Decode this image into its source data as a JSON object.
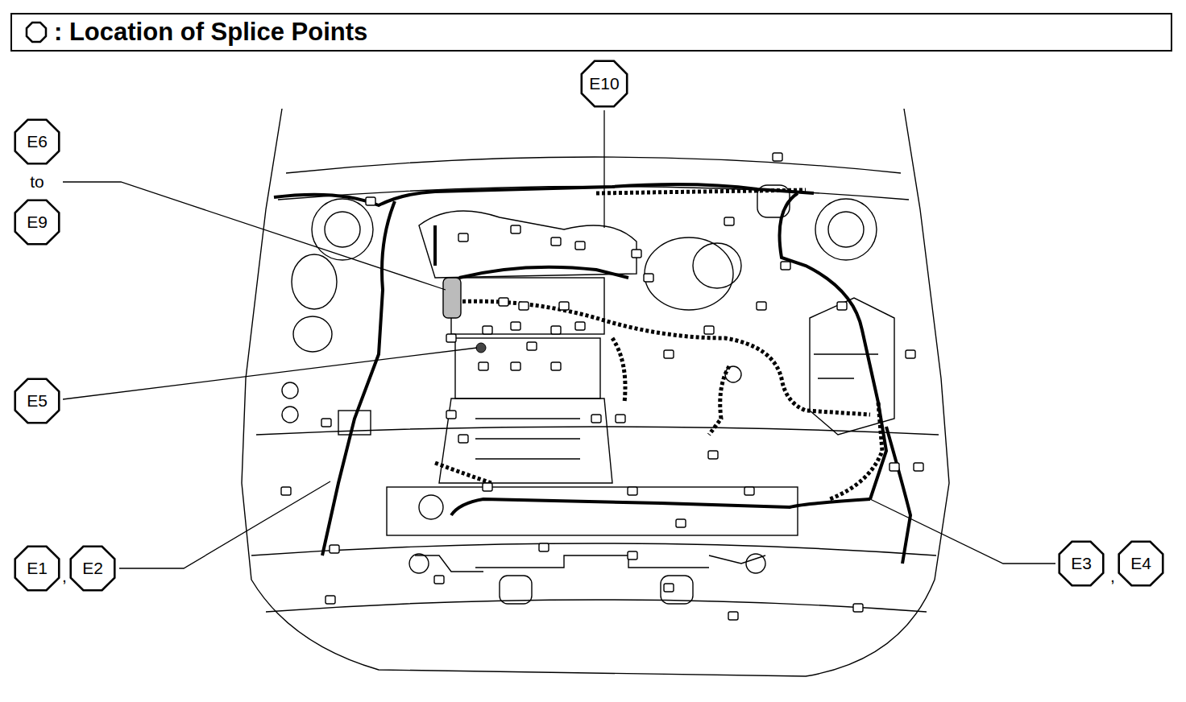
{
  "diagram": {
    "title": ": Location of Splice Points",
    "nodes": [
      {
        "text": [
          "E10"
        ]
      },
      {
        "text": [
          "E6"
        ]
      },
      {
        "text": [
          "E9"
        ]
      },
      {
        "text": [
          "E5"
        ]
      },
      {
        "text": [
          "E1"
        ]
      },
      {
        "text": [
          "E2"
        ]
      },
      {
        "text": [
          "E3"
        ]
      },
      {
        "text": [
          "E4"
        ]
      }
    ],
    "labels": [
      "to",
      ",",
      ","
    ]
  }
}
